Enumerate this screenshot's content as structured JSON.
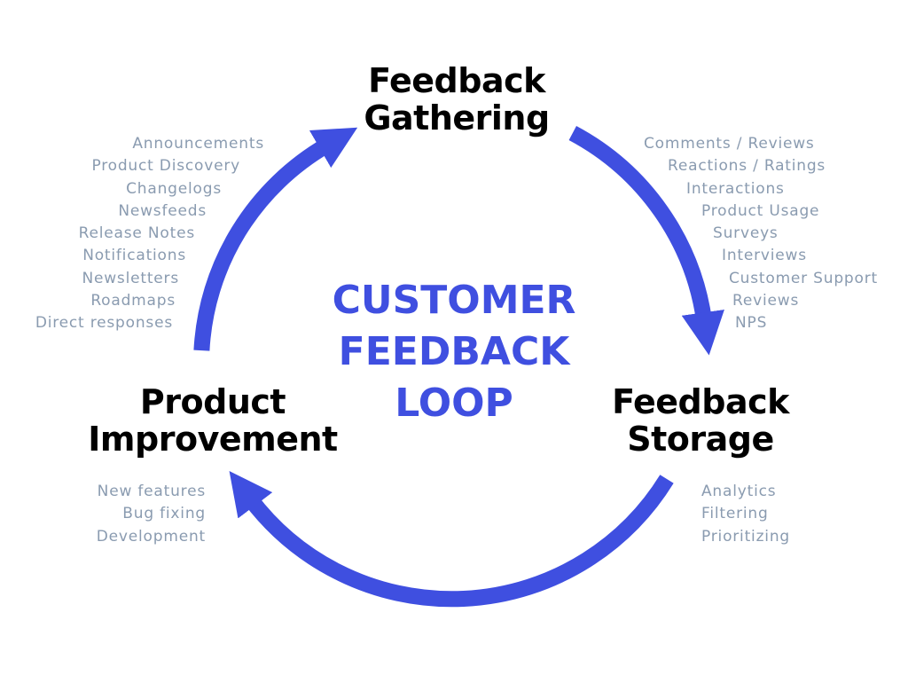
{
  "title": [
    "CUSTOMER",
    "FEEDBACK",
    "LOOP"
  ],
  "accent_color": "#3f4fe0",
  "stages": {
    "gathering": {
      "title": [
        "Feedback",
        "Gathering"
      ],
      "items": [
        "Comments / Reviews",
        "Reactions / Ratings",
        "Interactions",
        "Product Usage",
        "Surveys",
        "Interviews",
        "Customer Support",
        "Reviews",
        "NPS"
      ]
    },
    "storage": {
      "title": [
        "Feedback",
        "Storage"
      ],
      "items": [
        "Analytics",
        "Filtering",
        "Prioritizing"
      ]
    },
    "improvement": {
      "title": [
        "Product",
        "Improvement"
      ],
      "items": [
        "New features",
        "Bug fixing",
        "Development"
      ]
    },
    "announce": {
      "items": [
        "Announcements",
        "Product Discovery",
        "Changelogs",
        "Newsfeeds",
        "Release Notes",
        "Notifications",
        "Newsletters",
        "Roadmaps",
        "Direct responses"
      ]
    }
  }
}
